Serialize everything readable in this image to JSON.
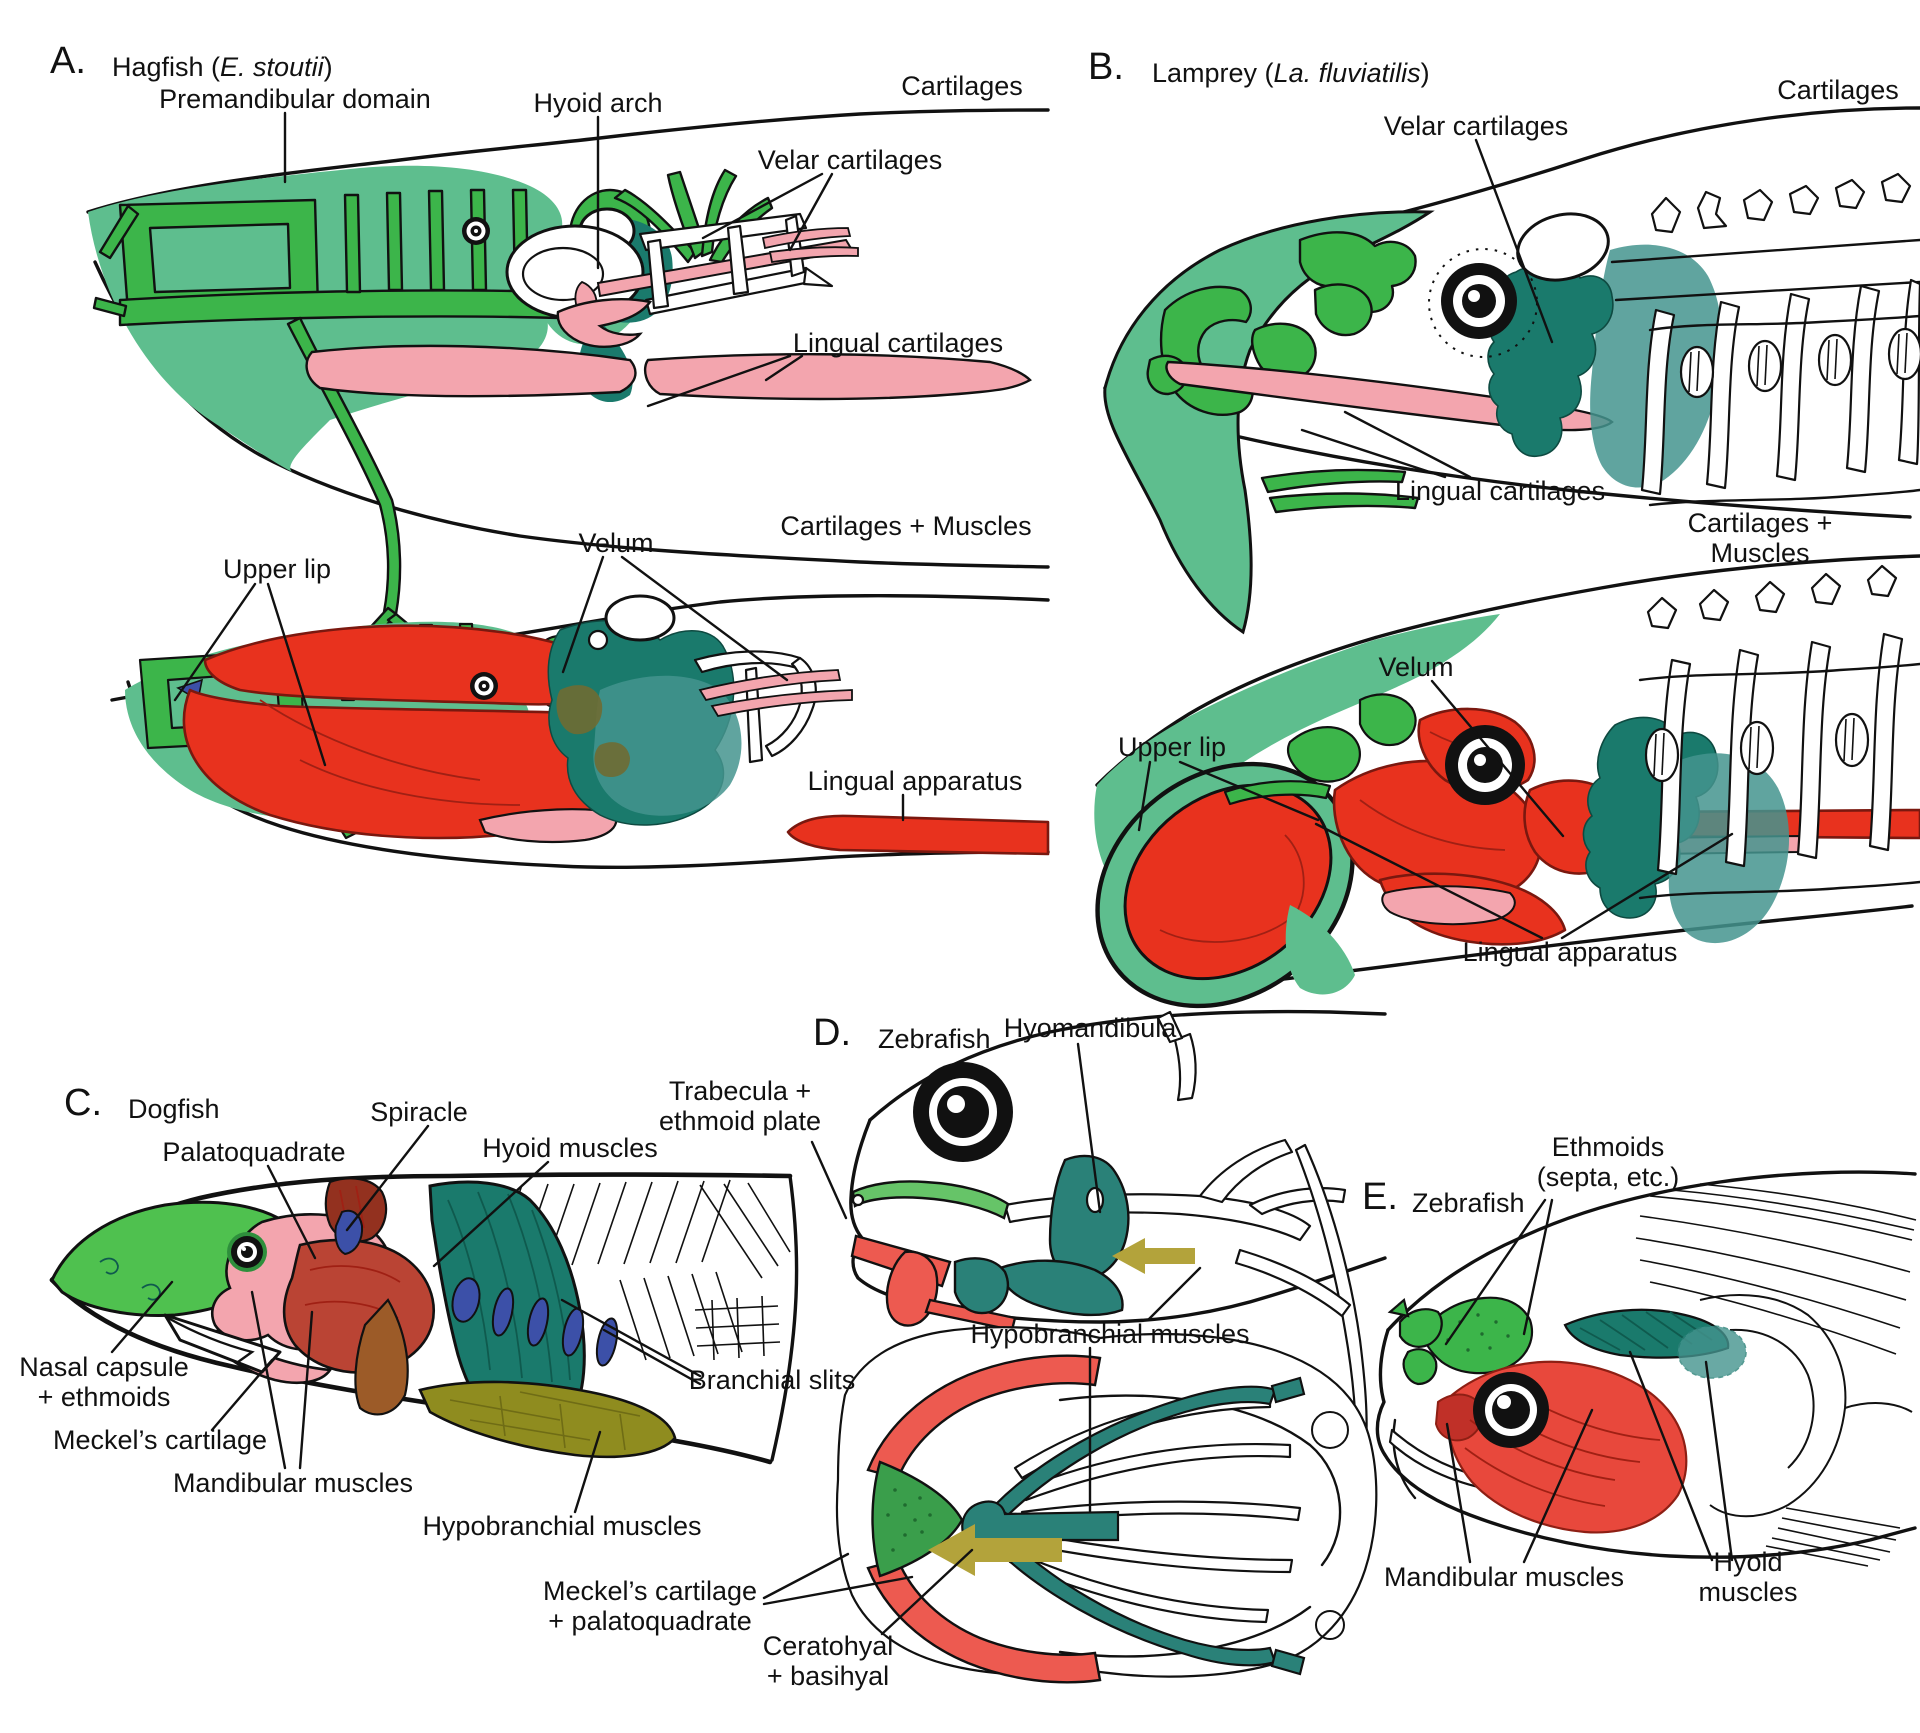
{
  "figure": {
    "description": "Comparative anatomy of premandibular, mandibular and hyoid domains in fish heads",
    "colors": {
      "premandibular_seafoam": "#5EBE8E",
      "cartilage_green": "#3CB54A",
      "snout_green": "#4FC14F",
      "trabecula_green": "#66C468",
      "ethmoid_green": "#3A9E4B",
      "lingual_pink": "#F3A5AE",
      "hyoid_teal_dark": "#1A7A6C",
      "hyoid_teal_light": "#44948E",
      "muscle_red": "#E8321E",
      "coral_red": "#ED5A50",
      "mandibular_brick": "#BA4434",
      "maroon": "#93311F",
      "slit_blue": "#3C50A8",
      "hypobranchial_olive": "#8F8C1F",
      "arrow_olive": "#B3A33B",
      "outline_black": "#111111"
    }
  },
  "panels": {
    "A": {
      "letter": "A.",
      "title_prefix": "Hagfish (",
      "species": "E. stoutii",
      "title_suffix": ")",
      "labels": [
        {
          "text": "Premandibular domain"
        },
        {
          "text": "Hyoid arch"
        },
        {
          "text": "Cartilages"
        },
        {
          "text": "Velar cartilages"
        },
        {
          "text": "Lingual cartilages"
        },
        {
          "text": "Upper lip"
        },
        {
          "text": "Velum"
        },
        {
          "text": "Cartilages + Muscles"
        },
        {
          "text": "Lingual apparatus"
        }
      ]
    },
    "B": {
      "letter": "B.",
      "title_prefix": "Lamprey (",
      "species": "La. fluviatilis",
      "title_suffix": ")",
      "labels": [
        {
          "text": "Velar cartilages"
        },
        {
          "text": "Cartilages"
        },
        {
          "text": "Lingual cartilages"
        },
        {
          "text": "Cartilages + Muscles"
        },
        {
          "text": "Velum"
        },
        {
          "text": "Upper lip"
        },
        {
          "text": "Lingual apparatus"
        }
      ]
    },
    "C": {
      "letter": "C.",
      "title": "Dogfish",
      "labels": [
        {
          "text": "Spiracle"
        },
        {
          "text": "Palatoquadrate"
        },
        {
          "text": "Hyoid muscles"
        },
        {
          "text": "Nasal capsule\n+ ethmoids"
        },
        {
          "text": "Meckel’s cartilage"
        },
        {
          "text": "Branchial slits"
        },
        {
          "text": "Mandibular muscles"
        },
        {
          "text": "Hypobranchial muscles"
        }
      ]
    },
    "D": {
      "letter": "D.",
      "title": "Zebrafish",
      "labels": [
        {
          "text": "Hyomandibula"
        },
        {
          "text": "Trabecula +\nethmoid plate"
        },
        {
          "text": "Hypobranchial muscles"
        },
        {
          "text": "Meckel’s cartilage\n+ palatoquadrate"
        },
        {
          "text": "Ceratohyal\n+ basihyal"
        }
      ]
    },
    "E": {
      "letter": "E.",
      "title": "Zebrafish",
      "labels": [
        {
          "text": "Ethmoids\n(septa, etc.)"
        },
        {
          "text": "Mandibular muscles"
        },
        {
          "text": "Hyoid muscles"
        }
      ]
    }
  }
}
